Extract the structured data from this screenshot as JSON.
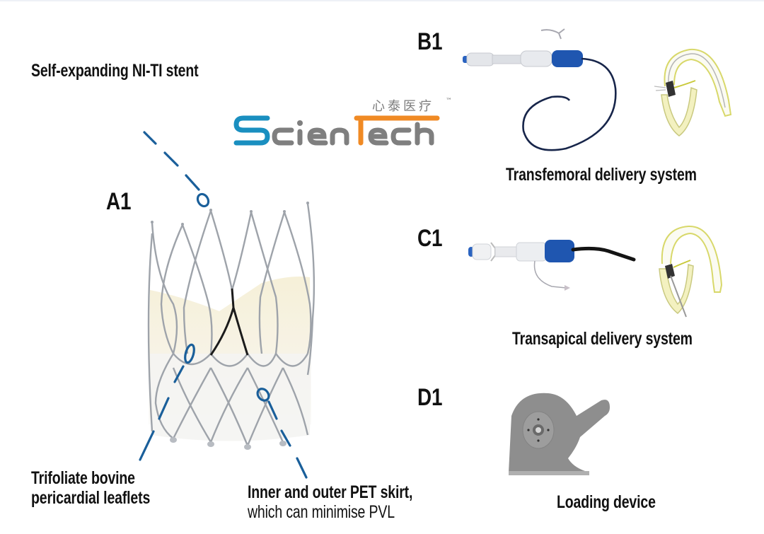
{
  "figure": {
    "panels": {
      "a1": {
        "id_label": "A1",
        "callouts": {
          "stent": "Self-expanding NI-TI stent",
          "leaflets_line1": "Trifoliate bovine",
          "leaflets_line2": "pericardial leaflets",
          "skirt_line1": "Inner and outer PET skirt,",
          "skirt_line2": "which can minimise PVL"
        }
      },
      "b1": {
        "id_label": "B1",
        "caption": "Transfemoral delivery system"
      },
      "c1": {
        "id_label": "C1",
        "caption": "Transapical delivery system"
      },
      "d1": {
        "id_label": "D1",
        "caption": "Loading device"
      }
    },
    "watermark": {
      "brand": "ScienTech",
      "brand_cn": "心泰医疗",
      "trademark": "™",
      "colors": {
        "blue": "#1a8fc0",
        "orange": "#f08a24",
        "gray": "#7f7f7f"
      }
    },
    "colors": {
      "callout_line": "#1a5f9a",
      "handle_blue": "#1f56b0",
      "heart_outline": "#d8d86a",
      "loading_device": "#8e8e8e"
    }
  }
}
